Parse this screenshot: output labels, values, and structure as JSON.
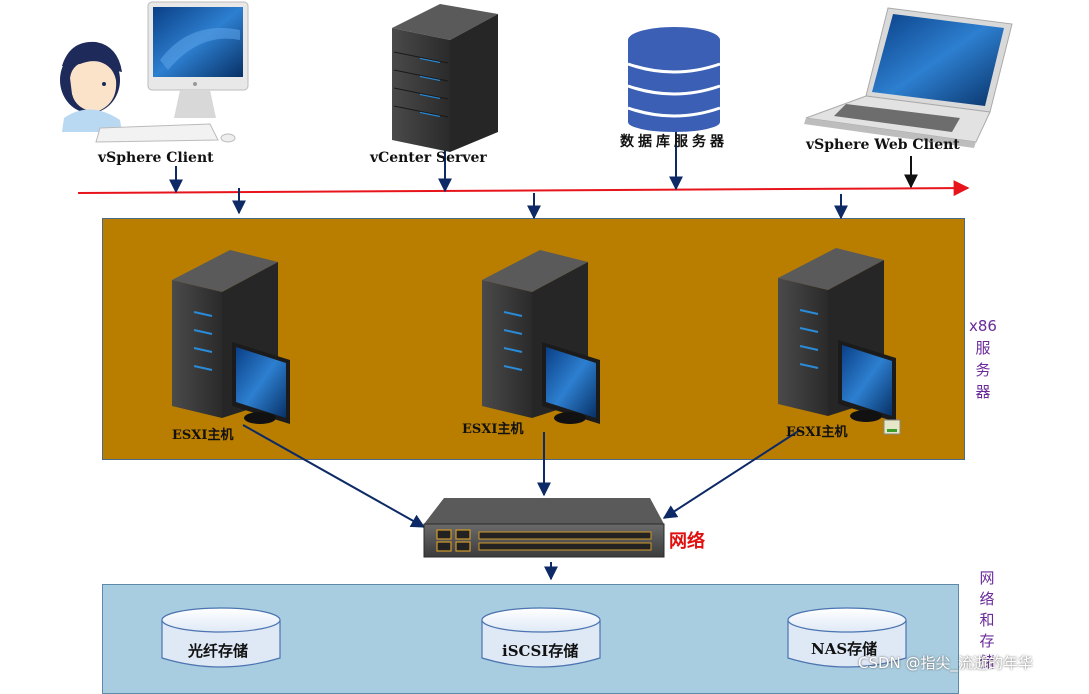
{
  "top_nodes": {
    "vsphere_client": "vSphere Client",
    "vcenter_server": "vCenter Server",
    "db_server": "数据库服务器",
    "web_client": "vSphere Web Client"
  },
  "hosts": {
    "host1": "ESXI主机",
    "host2": "ESXI主机",
    "host3": "ESXI主机",
    "group_label": "x86\n服\n务\n器"
  },
  "network": {
    "label": "网络"
  },
  "storage": {
    "fiber": "光纤存储",
    "iscsi": "iSCSI存储",
    "nas": "NAS存储",
    "group_label": "网\n络\n和\n存\n储"
  },
  "watermark": "CSDN @指尖_流逝的年华",
  "colors": {
    "server_zone": "#b97e00",
    "storage_zone": "#a9cde0",
    "bus_line": "#e8141c",
    "arrow": "#0d2a66",
    "network_label": "#e01010",
    "side_label": "#6a2a9a"
  }
}
